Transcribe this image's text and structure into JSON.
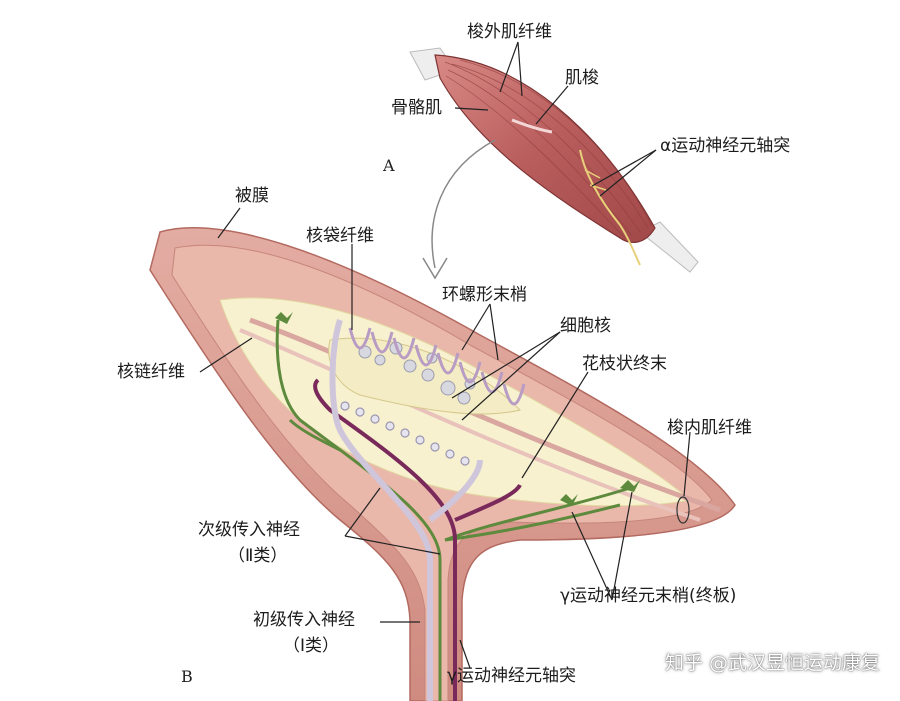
{
  "panel_a": {
    "letter": "A",
    "labels": {
      "extrafusal": "梭外肌纤维",
      "spindle": "肌梭",
      "skeletal_muscle": "骨骼肌",
      "alpha_axon": "α运动神经元轴突"
    }
  },
  "panel_b": {
    "letter": "B",
    "labels": {
      "capsule": "被膜",
      "nuclear_bag": "核袋纤维",
      "annulospiral": "环螺形末梢",
      "nucleus": "细胞核",
      "flower_spray": "花枝状终末",
      "nuclear_chain": "核链纤维",
      "intrafusal": "梭内肌纤维",
      "secondary_afferent": "次级传入神经",
      "secondary_class": "（Ⅱ类）",
      "primary_afferent": "初级传入神经",
      "primary_class": "（Ⅰ类）",
      "gamma_endplate": "γ运动神经元末梢(终板)",
      "gamma_axon": "γ运动神经元轴突"
    }
  },
  "watermark": "知乎 @武汉昱恒运动康复",
  "colors": {
    "muscle": "#c46a6a",
    "muscle_dark": "#8e3b3b",
    "capsule": "#d99a90",
    "capsule_fill": "#efc9bf",
    "interior": "#f7f1cf",
    "nerve_green": "#5d8a3c",
    "nerve_purple": "#7a2a5a",
    "nerve_gray": "#cfc6dc",
    "tendon": "#eeeeee"
  }
}
